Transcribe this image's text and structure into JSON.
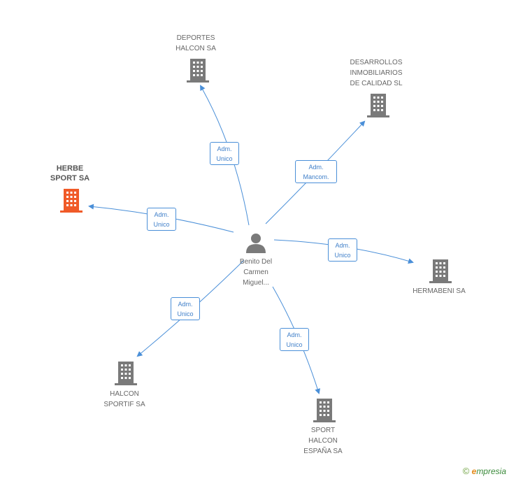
{
  "center": {
    "name": "Benito Del\nCarmen\nMiguel..."
  },
  "companies": [
    {
      "id": "deportes",
      "label": "DEPORTES\nHALCON SA",
      "highlight": false
    },
    {
      "id": "desarrollos",
      "label": "DESARROLLOS\nINMOBILIARIOS\nDE CALIDAD SL",
      "highlight": false
    },
    {
      "id": "herbe",
      "label": "HERBE\nSPORT SA",
      "highlight": true
    },
    {
      "id": "hermabeni",
      "label": "HERMABENI SA",
      "highlight": false
    },
    {
      "id": "sportif",
      "label": "HALCON\nSPORTIF SA",
      "highlight": false
    },
    {
      "id": "espana",
      "label": "SPORT\nHALCON\nESPAÑA SA",
      "highlight": false
    }
  ],
  "roles": {
    "deportes": "Adm.\nUnico",
    "desarrollos": "Adm.\nMancom.",
    "herbe": "Adm.\nUnico",
    "hermabeni": "Adm.\nUnico",
    "sportif": "Adm.\nUnico",
    "espana": "Adm.\nUnico"
  },
  "colors": {
    "edge": "#4a8fd8",
    "building": "#7a7a7a",
    "highlight": "#f05a28",
    "person": "#7a7a7a"
  },
  "footer": {
    "copyright": "©",
    "brand_initial": "e",
    "brand_rest": "mpresia"
  }
}
